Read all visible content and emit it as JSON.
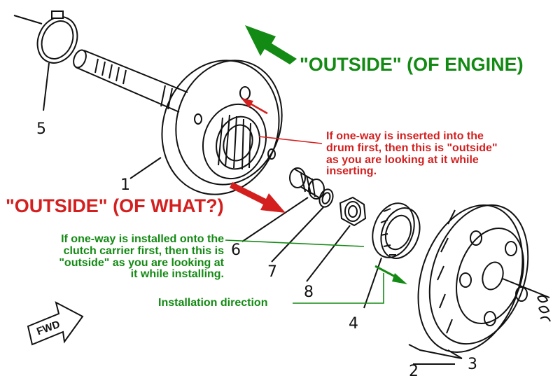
{
  "labels": {
    "outside_engine": "\"OUTSIDE\" (OF ENGINE)",
    "outside_what": "\"OUTSIDE\" (OF WHAT?)",
    "drum_note": [
      "If one-way is inserted into the",
      "drum first, then this is \"outside\"",
      "as you are looking at it while",
      "inserting."
    ],
    "carrier_note": [
      "If one-way is installed onto the",
      "clutch carrier first, then this is",
      "\"outside\" as you are looking at",
      "it while installing."
    ],
    "install_direction": "Installation direction",
    "fwd": "FWD"
  },
  "parts": [
    "1",
    "2",
    "3",
    "4",
    "5",
    "6",
    "7",
    "8"
  ],
  "colors": {
    "red": "#d41f1f",
    "green": "#138a13",
    "ink": "#111111"
  }
}
